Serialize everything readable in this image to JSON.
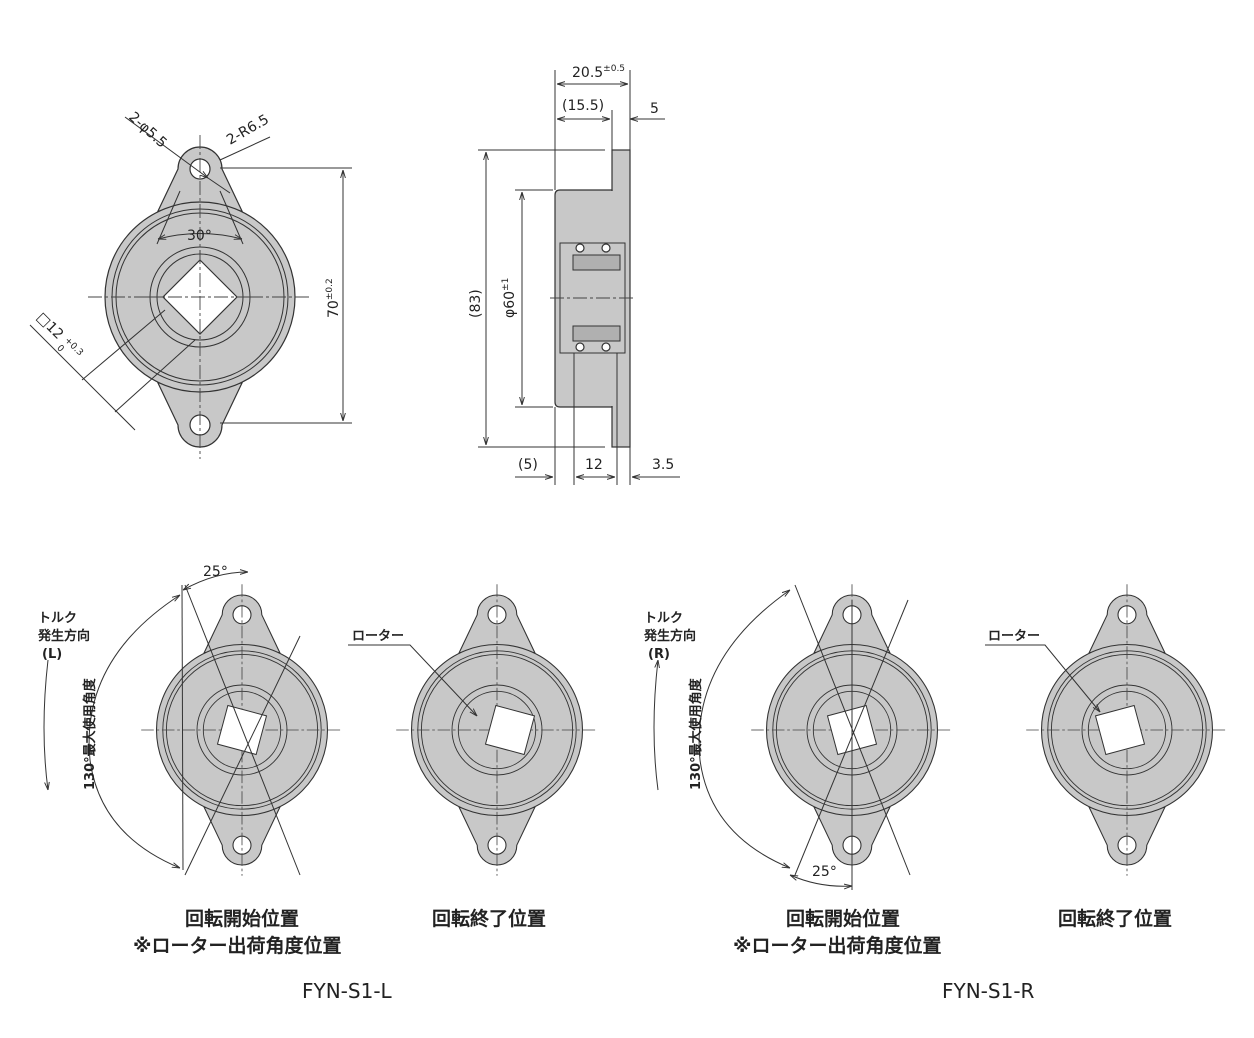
{
  "top_view": {
    "hole_label": "2-φ5.5",
    "radius_label": "2-R6.5",
    "angle_label": "30°",
    "height_label": "70",
    "height_tol": "±0.2",
    "square_label": "□12",
    "square_tol_upper": "+0.3",
    "square_tol_lower": "0"
  },
  "side_view": {
    "width_total": "20.5",
    "width_total_tol": "±0.5",
    "width_body": "(15.5)",
    "width_flange": "5",
    "height_total": "(83)",
    "diameter": "φ60",
    "diameter_tol": "±1",
    "offset_left": "(5)",
    "rotor_width": "12",
    "offset_right": "3.5"
  },
  "models": [
    {
      "name": "FYN-S1-L",
      "torque_label_lines": [
        "トルク",
        "発生方向",
        "(L)"
      ],
      "max_angle_label": "130°最大使用角度",
      "start_angle_label": "25°",
      "start_caption": "回転開始位置",
      "start_note": "※ローター出荷角度位置",
      "end_caption": "回転終了位置",
      "rotor_label": "ローター",
      "mark": "L"
    },
    {
      "name": "FYN-S1-R",
      "torque_label_lines": [
        "トルク",
        "発生方向",
        "(R)"
      ],
      "max_angle_label": "130°最大使用角度",
      "start_angle_label": "25°",
      "start_caption": "回転開始位置",
      "start_note": "※ローター出荷角度位置",
      "end_caption": "回転終了位置",
      "rotor_label": "ローター",
      "mark": "R"
    }
  ],
  "colors": {
    "part_fill": "#c8c8c8",
    "line": "#333333"
  }
}
